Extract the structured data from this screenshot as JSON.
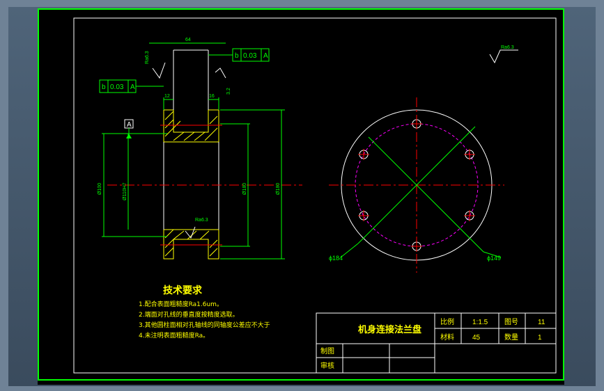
{
  "colors": {
    "background": "#000000",
    "frame": "#00ff00",
    "outline": "#ffffff",
    "hatch": "#ffff00",
    "centerline": "#ff0000",
    "bolt_circle": "#ff00ff",
    "tech_text": "#ffff00"
  },
  "front_view": {
    "datum_label": "A",
    "tolerance_left": {
      "symbol": "b",
      "value": "0.03",
      "datum": "A"
    },
    "tolerance_right": {
      "symbol": "b",
      "value": "0.03",
      "datum": "A"
    },
    "dim_top_width": "64",
    "dim_left_wall": "12",
    "dim_right_wall": "16",
    "roughness_left": "Ra6.3",
    "roughness_right": "3.2",
    "roughness_bore": "Ra6.3",
    "dia_outer_left": "Ø100",
    "dia_bore": "Ø110H7",
    "dia_hub": "Ø180",
    "dia_outer": "Ø180"
  },
  "side_view": {
    "dia_bolt_circle": "ϕ184",
    "dia_hole": "ϕ149",
    "roughness_note": "Ra6.3"
  },
  "tech_requirements": {
    "heading": "技术要求",
    "items": [
      "1.配合表面粗糙度Ra1.6um。",
      "2.端面对孔线的垂直度按精度选取。",
      "3.其他圆柱面相对孔轴线的同轴度公差应不大于",
      "4.未注明表面粗糙度Ra。"
    ]
  },
  "title_block": {
    "part_name": "机身连接法兰盘",
    "scale_label": "比例",
    "scale_value": "1:1.5",
    "drawing_no_label": "图号",
    "drawing_no_value": "11",
    "material_label": "材料",
    "material_value": "45",
    "quantity_label": "数量",
    "quantity_value": "1",
    "drawn_label": "制图",
    "checked_label": "审核"
  }
}
